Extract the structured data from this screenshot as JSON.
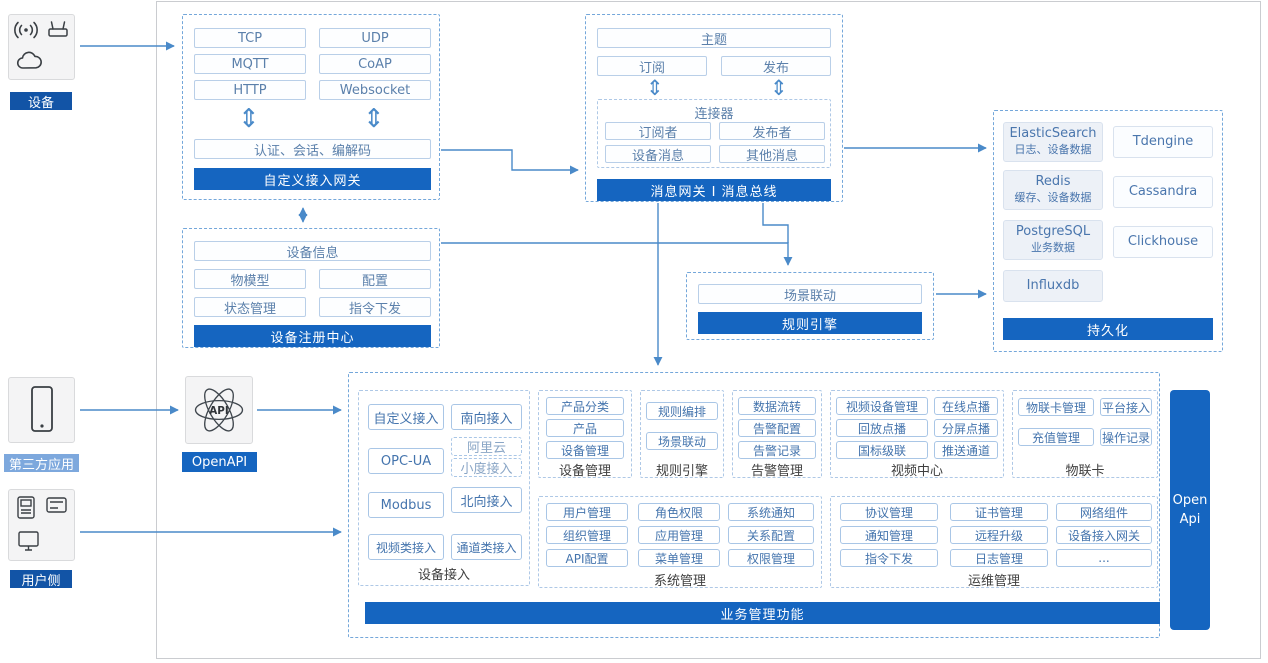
{
  "colors": {
    "accent": "#1565c0",
    "arrow": "#4a8ac9",
    "dark_tag": "#1254a6",
    "light_tag": "#7da8dd"
  },
  "icons": {
    "updown_arrow": "⇕"
  },
  "left_rail": {
    "device_label": "设备",
    "third_party_label": "第三方应用",
    "user_label": "用户侧"
  },
  "custom_gateway": {
    "protocols": [
      "TCP",
      "UDP",
      "MQTT",
      "CoAP",
      "HTTP",
      "Websocket"
    ],
    "auth": "认证、会话、编解码",
    "title": "自定义接入网关"
  },
  "device_registry": {
    "info": "设备信息",
    "model": "物模型",
    "config": "配置",
    "status": "状态管理",
    "command": "指令下发",
    "title": "设备注册中心"
  },
  "message_gateway": {
    "topic": "主题",
    "subscribe": "订阅",
    "publish": "发布",
    "connector_title": "连接器",
    "subscriber": "订阅者",
    "publisher": "发布者",
    "device_msg": "设备消息",
    "other_msg": "其他消息",
    "title": "消息网关 I 消息总线"
  },
  "rule_engine": {
    "scene": "场景联动",
    "title": "规则引擎"
  },
  "persistence": {
    "es_name": "ElasticSearch",
    "es_desc": "日志、设备数据",
    "tdengine": "Tdengine",
    "redis_name": "Redis",
    "redis_desc": "缓存、设备数据",
    "cassandra": "Cassandra",
    "pg_name": "PostgreSQL",
    "pg_desc": "业务数据",
    "clickhouse": "Clickhouse",
    "influxdb": "Influxdb",
    "title": "持久化"
  },
  "openapi": {
    "label": "OpenAPI"
  },
  "business": {
    "device_access": {
      "label": "设备接入",
      "custom": "自定义接入",
      "south": "南向接入",
      "opcua": "OPC-UA",
      "aliyun": "阿里云",
      "xiaodu": "小度接入",
      "north": "北向接入",
      "modbus": "Modbus",
      "video": "视频类接入",
      "channel": "通道类接入"
    },
    "device_mgmt": {
      "label": "设备管理",
      "items": [
        "产品分类",
        "产品",
        "设备管理"
      ]
    },
    "rule": {
      "label": "规则引擎",
      "items": [
        "规则编排",
        "场景联动"
      ]
    },
    "alarm": {
      "label": "告警管理",
      "items": [
        "数据流转",
        "告警配置",
        "告警记录"
      ]
    },
    "video_center": {
      "label": "视频中心",
      "items": [
        "视频设备管理",
        "在线点播",
        "回放点播",
        "分屏点播",
        "国标级联",
        "推送通道"
      ]
    },
    "iot_card": {
      "label": "物联卡",
      "items": [
        "物联卡管理",
        "平台接入",
        "充值管理",
        "操作记录"
      ]
    },
    "system": {
      "label": "系统管理",
      "items": [
        "用户管理",
        "角色权限",
        "系统通知",
        "组织管理",
        "应用管理",
        "关系配置",
        "API配置",
        "菜单管理",
        "权限管理"
      ]
    },
    "ops": {
      "label": "运维管理",
      "items": [
        "协议管理",
        "证书管理",
        "网络组件",
        "通知管理",
        "远程升级",
        "设备接入网关",
        "指令下发",
        "日志管理",
        "..."
      ]
    },
    "footer": "业务管理功能",
    "open_api": "Open Api"
  }
}
